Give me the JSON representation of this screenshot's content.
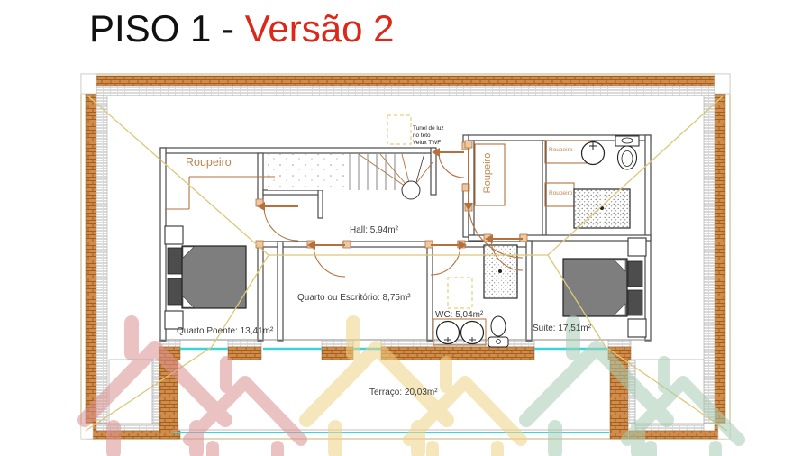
{
  "title": {
    "prefix": "PISO 1 - ",
    "highlight": "Versão 2"
  },
  "plan": {
    "labels": {
      "hall": "Hall: 5,94m²",
      "quarto_escritorio": "Quarto ou Escritório: 8,75m²",
      "wc": "WC: 5,04m²",
      "quarto_poente": "Quarto Poente: 13,41m²",
      "suite": "Suite: 17,51m²",
      "terraco": "Terraço: 20,03m²",
      "roupeiro_west": "Roupeiro",
      "roupeiro_suite_bath_tall": "Roupeiro",
      "roupeiro_suite_bath_upper": "Roupeiro",
      "roupeiro_suite_bath_lower": "Roupeiro"
    },
    "note_velux": [
      "Tunel de luz",
      "no teto",
      "Velux TWF"
    ]
  },
  "colors": {
    "title-red": "#dd2718",
    "label-orange": "#c1854f",
    "door-orange": "#b5713d",
    "window-cyan": "#3fd2da",
    "roof-line": "#dcc878",
    "brick1": "#d18b4a",
    "brick2": "#a2601f",
    "wall-ink": "#4a4a4a",
    "watermark-red": "#dc9292",
    "watermark-yellow": "#f0d387",
    "watermark-green": "#a7cdb3"
  }
}
